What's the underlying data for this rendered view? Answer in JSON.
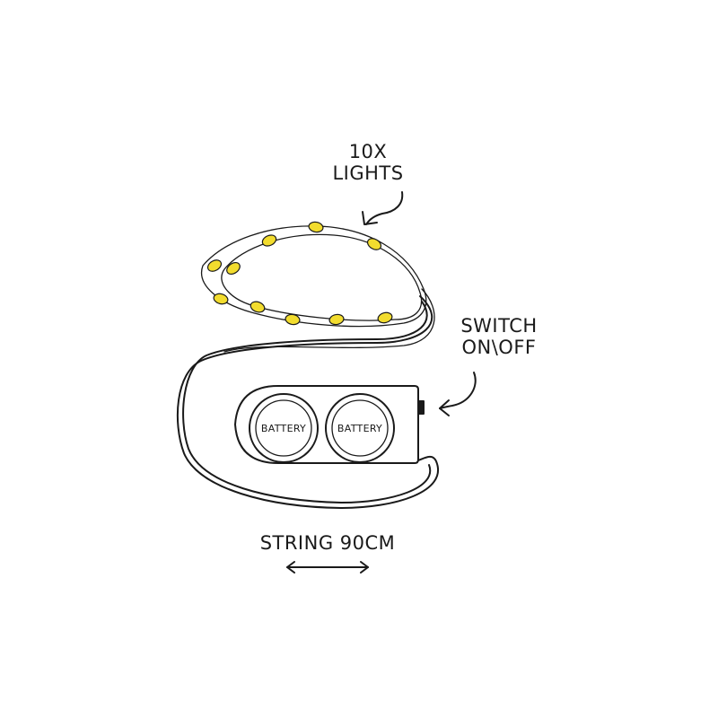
{
  "labels": {
    "lights_line1": "10X",
    "lights_line2": "LIGHTS",
    "switch_line1": "SWITCH",
    "switch_line2": "ON\\OFF",
    "string": "STRING 90CM"
  },
  "battery_box": {
    "batteries": [
      "BATTERY",
      "BATTERY"
    ]
  },
  "led_count": 10,
  "colors": {
    "ink": "#1a1a1a",
    "led": "#f2dc2e",
    "background": "#ffffff"
  }
}
